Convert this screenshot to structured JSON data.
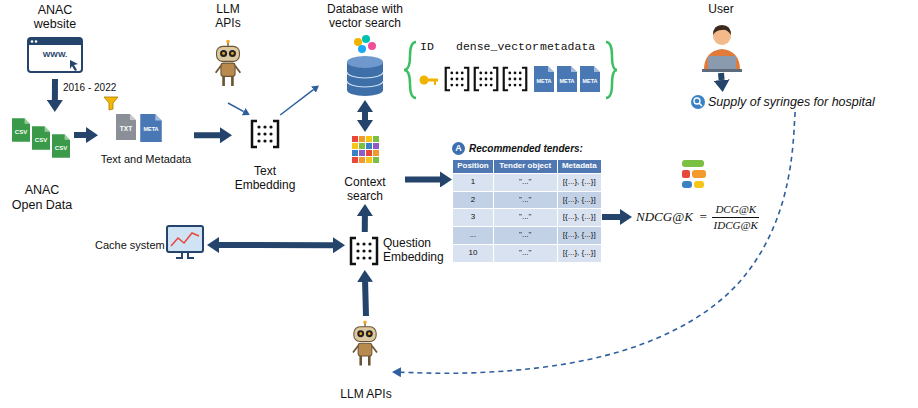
{
  "diagram": {
    "nodes": [
      {
        "text": [
          "ANAC website"
        ]
      },
      {
        "text": [
          "ANAC Open Data"
        ]
      },
      {
        "text": [
          "Text and Metadata"
        ]
      },
      {
        "text": [
          "Text Embedding"
        ]
      },
      {
        "text": [
          "LLM APIs"
        ]
      },
      {
        "text": [
          "Database with vector search"
        ]
      },
      {
        "text": [
          "ID",
          "dense_vector",
          "metadata"
        ]
      },
      {
        "text": [
          "Context search"
        ]
      },
      {
        "text": [
          "A",
          "Recommended tenders:",
          "Position",
          "Tender object",
          "Metadata",
          "1",
          "\"...\"",
          "[{...}, {...}]",
          "2",
          "\"...\"",
          "[{...}, {...}]",
          "3",
          "\"...\"",
          "[{...}, {...}]",
          "...",
          "\"...\"",
          "[{...}, {...}]",
          "10",
          "\"...\"",
          "[{...}, {...}]"
        ]
      },
      {
        "text": [
          "NDCG@K",
          "=",
          "DCG@K",
          "IDCG@K"
        ]
      },
      {
        "text": [
          "User"
        ]
      },
      {
        "text": [
          "Supply of syringes for hospital"
        ]
      },
      {
        "text": [
          "Cache system"
        ]
      },
      {
        "text": [
          "Question Embedding"
        ]
      },
      {
        "text": [
          "LLM APIs"
        ]
      }
    ],
    "edges": [
      {
        "from": 0,
        "to": 1,
        "arrow": "to",
        "label": "2016 - 2022"
      },
      {
        "from": 1,
        "to": 2,
        "arrow": "to"
      },
      {
        "from": 2,
        "to": 3,
        "arrow": "to"
      },
      {
        "from": 4,
        "to": 3,
        "arrow": "to"
      },
      {
        "from": 3,
        "to": 5,
        "arrow": "to"
      },
      {
        "from": 5,
        "to": 7,
        "arrow": "both"
      },
      {
        "from": 7,
        "to": 8,
        "arrow": "to"
      },
      {
        "from": 8,
        "to": 9,
        "arrow": "to"
      },
      {
        "from": 10,
        "to": 11,
        "arrow": "to"
      },
      {
        "from": 11,
        "to": 14,
        "arrow": "to"
      },
      {
        "from": 14,
        "to": 13,
        "arrow": "to"
      },
      {
        "from": 13,
        "to": 7,
        "arrow": "to"
      },
      {
        "from": 12,
        "to": 13,
        "arrow": "both"
      }
    ],
    "labels": [
      "WWW.",
      "CSV",
      "CSV",
      "CSV",
      "TXT",
      "META",
      "META",
      "META",
      "META"
    ]
  }
}
